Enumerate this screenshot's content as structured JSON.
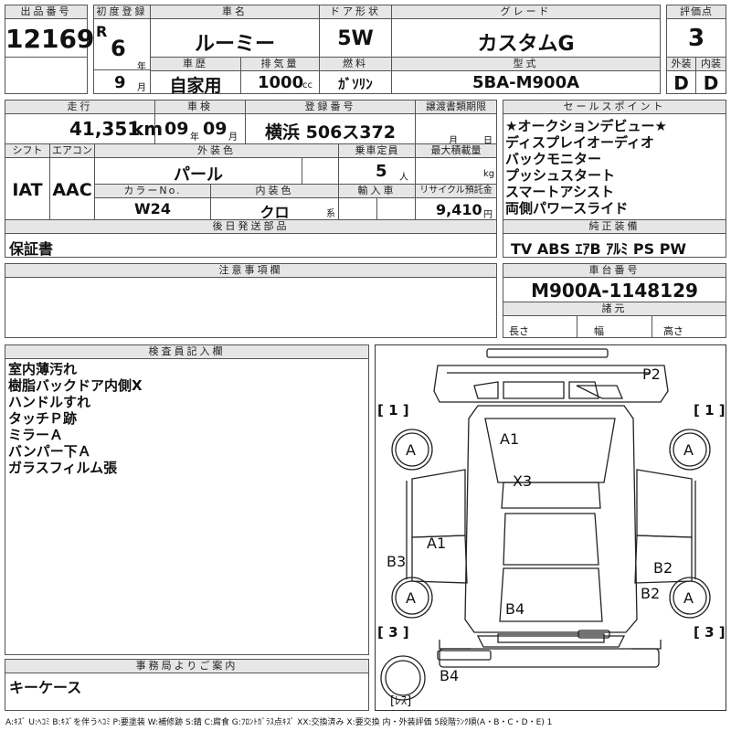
{
  "header": {
    "lot_label": "出品番号",
    "lot_no": "12169",
    "first_reg_label": "初度登録",
    "era": "R",
    "reg_year": "6",
    "year_unit": "年",
    "reg_month": "9",
    "month_unit": "月",
    "car_name_label": "車名",
    "car_name": "ルーミー",
    "door_label": "ドア形状",
    "door": "5W",
    "grade_label": "グレード",
    "grade": "カスタムG",
    "score_label": "評価点",
    "score": "3",
    "history_label": "車歴",
    "history": "自家用",
    "displacement_label": "排気量",
    "displacement": "1000",
    "cc_unit": "cc",
    "fuel_label": "燃料",
    "fuel": "ｶﾞｿﾘﾝ",
    "model_label": "型式",
    "model": "5BA-M900A",
    "ext_label": "外装",
    "ext": "D",
    "int_label": "内装",
    "int": "D"
  },
  "row2": {
    "mileage_label": "走行",
    "mileage": "41,351",
    "km_unit": "km",
    "inspection_label": "車検",
    "insp_year": "09",
    "insp_month": "09",
    "y_unit": "年",
    "m_unit": "月",
    "reg_no_label": "登録番号",
    "reg_no": "横浜 506ス372",
    "transfer_label": "譲渡書類期限",
    "t_month": "月",
    "t_day": "日",
    "shift_label": "シフト",
    "shift": "IAT",
    "ac_label": "エアコン",
    "ac": "AAC",
    "color_label": "外装色",
    "color": "パール",
    "capacity_label": "乗車定員",
    "capacity": "5",
    "person_unit": "人",
    "load_label": "最大積載量",
    "kg_unit": "kg",
    "color_no_label": "カラーNo.",
    "color_no": "W24",
    "interior_color_label": "内装色",
    "interior_color": "クロ",
    "series_unit": "系",
    "import_label": "輸入車",
    "recycle_label": "リサイクル預託金",
    "recycle": "9,410",
    "yen_unit": "円"
  },
  "sales_points": {
    "label": "セールスポイント",
    "items": [
      "★オークションデビュー★",
      "ディスプレイオーディオ",
      "バックモニター",
      "プッシュスタート",
      "スマートアシスト",
      "両側パワースライド"
    ]
  },
  "later_parts": {
    "label": "後日発送部品",
    "value": "保証書"
  },
  "equipment": {
    "label": "純正装備",
    "value": "TV ABS ｴｱB ｱﾙﾐ PS PW"
  },
  "notes": {
    "label": "注意事項欄"
  },
  "chassis": {
    "label": "車台番号",
    "value": "M900A-1148129"
  },
  "specs": {
    "label": "諸元",
    "length": "長さ",
    "width": "幅",
    "height": "高さ"
  },
  "inspector": {
    "label": "検査員記入欄",
    "lines": [
      "室内薄汚れ",
      "樹脂バックドア内側X",
      "ハンドルすれ",
      "タッチＰ跡",
      "ミラーＡ",
      "バンパー下Ａ",
      "ガラスフィルム張"
    ]
  },
  "office": {
    "label": "事務局よりご案内",
    "value": "キーケース"
  },
  "diagram": {
    "marks": {
      "p2": "P2",
      "a1_top": "A1",
      "x3": "X3",
      "a1_mid": "A1",
      "b3": "B3",
      "b2_a": "B2",
      "b2_b": "B2",
      "b4_mid": "B4",
      "b4_bottom": "B4"
    },
    "wheels": [
      "A",
      "A",
      "A",
      "A"
    ],
    "bracket_tl": "[ 1 ]",
    "bracket_tr": "[ 1 ]",
    "bracket_bl": "[ 3 ]",
    "bracket_br": "[ 3 ]",
    "less_label": "[ﾚｽ]"
  },
  "legend": "A:ｷｽﾞ U:ﾍｺﾐ B:ｷｽﾞを伴うﾍｺﾐ P:要塗装 W:補修跡 S:錆 C:腐食 G:ﾌﾛﾝﾄｶﾞﾗｽ点ｷｽﾞ XX:交換済み X:要交換 内・外装評価 5段階ﾗﾝｸ順(A・B・C・D・E) 1"
}
